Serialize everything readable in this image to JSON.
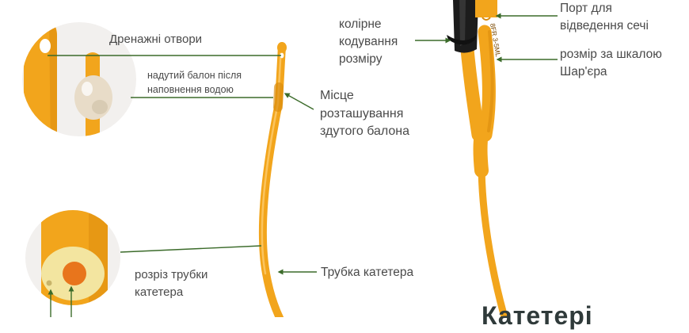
{
  "labels": {
    "drainage_holes": "Дренажні отвори",
    "balloon_filled": "надутий балон після\nнаповнення водою",
    "balloon_location": "Місце\nрозташування\nздутого балона",
    "tube_section": "розріз трубки\nкатетера",
    "catheter_tube": "Трубка катетера",
    "color_coding": "колірне\nкодування\nрозміру",
    "urine_port": "Порт для\nвідведення сечі",
    "charriere_size": "розмір за шкалою\nШар'єра",
    "cut_title": "Катетері"
  },
  "imprint": {
    "side_text": "8FR 3-5ML"
  },
  "colors": {
    "catheter": "#f2a51c",
    "catheter_dark": "#d98a0c",
    "leader_line": "#3b6b2a",
    "text": "#4a4a4a",
    "color_band": "#1c1c1c",
    "balloon": "#e8dcc8",
    "inset_bg": "#f2f0ee"
  }
}
